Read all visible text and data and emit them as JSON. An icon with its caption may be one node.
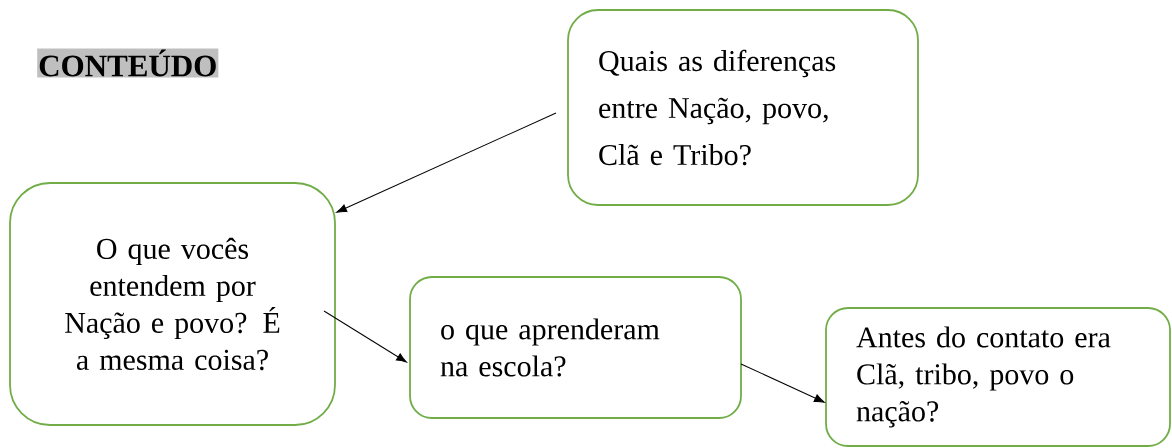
{
  "diagram": {
    "title": "CONTEÚDO",
    "nodes": [
      {
        "text": [
          "Quais as diferenças entre Nação, povo, Clã e Tribo?"
        ]
      },
      {
        "text": [
          "O que vocês entendem por Nação e povo? É a mesma coisa?"
        ]
      },
      {
        "text": [
          "o que aprenderam na escola?"
        ]
      },
      {
        "text": [
          "Antes do contato era Clã, tribo, povo o nação?"
        ]
      }
    ],
    "edges": [
      {
        "from": 0,
        "to": 1,
        "arrow": "to"
      },
      {
        "from": 1,
        "to": 2,
        "arrow": "to"
      },
      {
        "from": 2,
        "to": 3,
        "arrow": "to"
      }
    ]
  }
}
